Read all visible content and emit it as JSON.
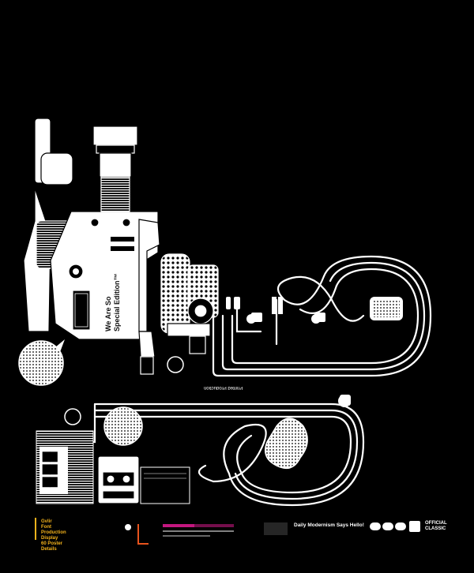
{
  "camera": {
    "title_line1": "We Are So",
    "title_line2": "Special Edition™",
    "small_print": "Printed Production"
  },
  "footer": {
    "credits_lines": [
      "Gvlir",
      "Font",
      "Production",
      "Display",
      "60 Poster",
      "Details"
    ],
    "tagline": "Daily Modernism Says Hello!",
    "logo_right": [
      "OFFICIAL",
      "CLASSIC"
    ]
  },
  "colors": {
    "background": "#000000",
    "line": "#ffffff",
    "accent_yellow": "#f3b21b",
    "accent_orange": "#e8531d",
    "accent_magenta": "#c3177f"
  }
}
